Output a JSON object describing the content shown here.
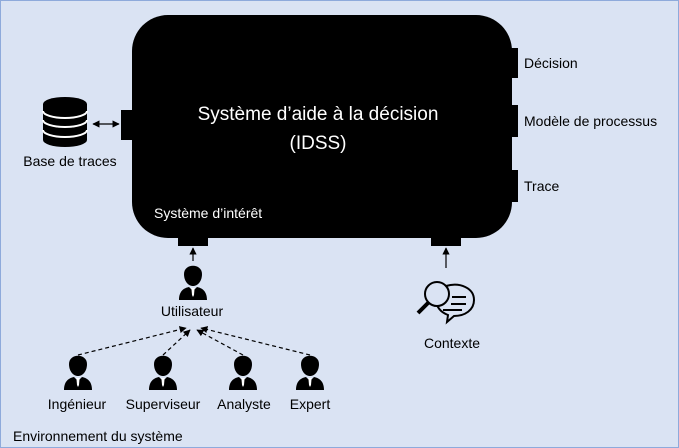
{
  "diagram": {
    "system_title_line1": "Système d’aide à la décision",
    "system_title_line2": "(IDSS)",
    "system_of_interest": "Système d’intérêt",
    "outputs": {
      "decision": "Décision",
      "process_model": "Modèle de processus",
      "trace": "Trace"
    },
    "trace_base": "Base de traces",
    "user": "Utilisateur",
    "context": "Contexte",
    "roles": [
      "Ingénieur",
      "Superviseur",
      "Analyste",
      "Expert"
    ],
    "environment": "Environnement du système"
  },
  "colors": {
    "background": "#dae3f3",
    "border": "#8eaadb",
    "system": "#000000",
    "system_text": "#ffffff",
    "text": "#000000"
  }
}
